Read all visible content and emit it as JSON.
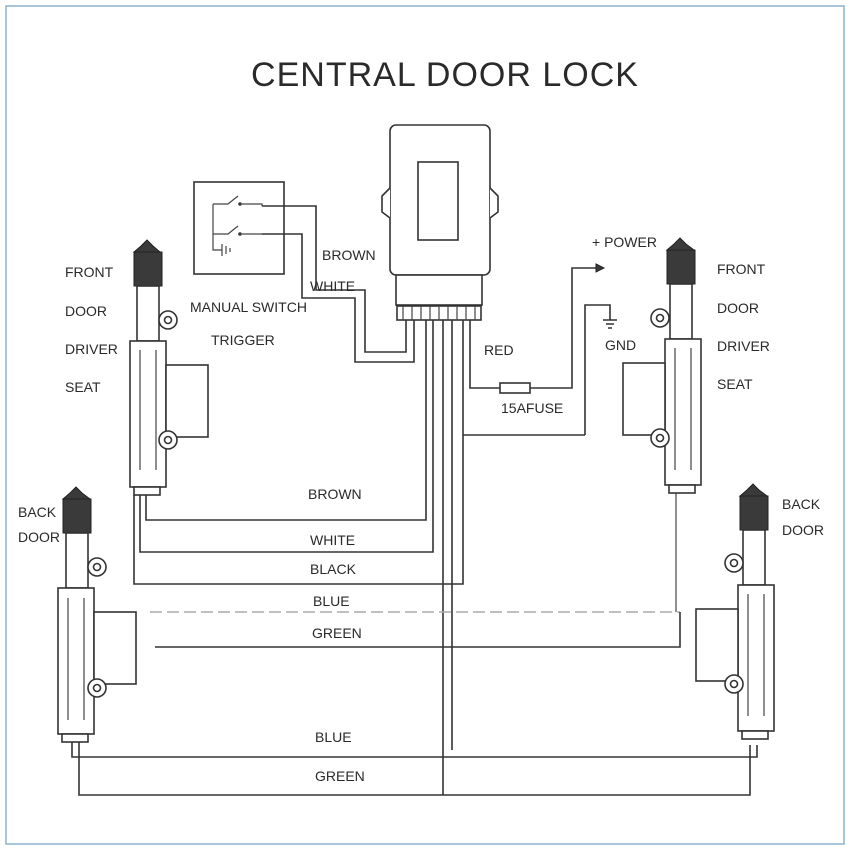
{
  "title": "CENTRAL DOOR LOCK",
  "components": {
    "manual_switch": [
      "MANUAL SWITCH",
      "TRIGGER"
    ],
    "front_left_actuator": [
      "FRONT",
      "DOOR",
      "DRIVER",
      "SEAT"
    ],
    "front_right_actuator": [
      "FRONT",
      "DOOR",
      "DRIVER",
      "SEAT"
    ],
    "back_left_actuator": [
      "BACK",
      "DOOR"
    ],
    "back_right_actuator": [
      "BACK",
      "DOOR"
    ]
  },
  "labels": {
    "power": "+ POWER",
    "gnd": "GND",
    "fuse": "15AFUSE"
  },
  "wires": {
    "switch_brown": "BROWN",
    "switch_white": "WHITE",
    "red": "RED",
    "brown": "BROWN",
    "white": "WHITE",
    "black": "BLACK",
    "blue": "BLUE",
    "green": "GREEN",
    "bottom_blue": "BLUE",
    "bottom_green": "GREEN"
  }
}
